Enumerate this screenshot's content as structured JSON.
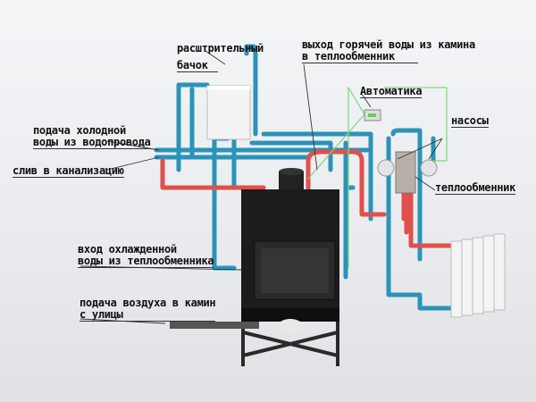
{
  "labels": {
    "expansion_tank_1": "расштрительный",
    "expansion_tank_2": "бачок",
    "hot_water_out_1": "выход горячей  воды из камина",
    "hot_water_out_2": "в теплообменник",
    "automation": "Автоматика",
    "pumps": "насосы",
    "heat_exchanger": "теплообменник",
    "cold_water_1": "подача холодной",
    "cold_water_2": "воды из водопровода",
    "drain": "слив  в канализацию",
    "cooled_water_1": "вход охлажденной",
    "cooled_water_2": "воды из теплообменника",
    "air_supply_1": "подача воздуха в камин",
    "air_supply_2": "с улицы"
  },
  "colors": {
    "cold_pipe": "#2b93b8",
    "hot_pipe": "#e0504c",
    "wire": "#7fd67f",
    "fireplace": "#1c1c1c"
  }
}
